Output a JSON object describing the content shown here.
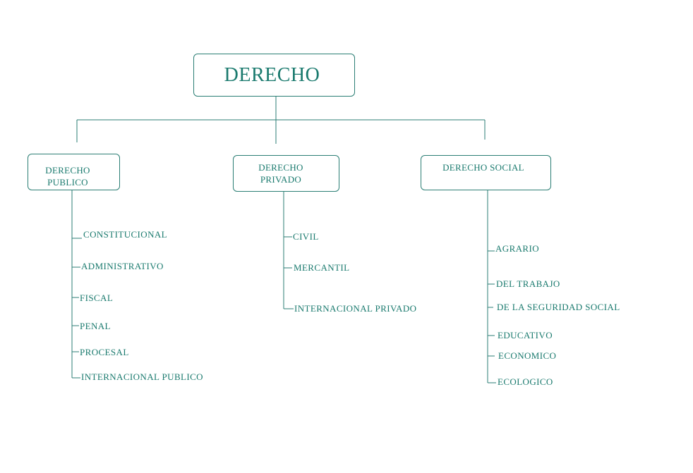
{
  "diagram": {
    "root": "DERECHO",
    "branches": [
      {
        "label": "DERECHO PUBLICO",
        "items": [
          "CONSTITUCIONAL",
          "ADMINISTRATIVO",
          "FISCAL",
          "PENAL",
          "PROCESAL",
          "INTERNACIONAL PUBLICO"
        ]
      },
      {
        "label": "DERECHO PRIVADO",
        "items": [
          "CIVIL",
          "MERCANTIL",
          "INTERNACIONAL PRIVADO"
        ]
      },
      {
        "label": "DERECHO SOCIAL",
        "items": [
          "AGRARIO",
          "DEL TRABAJO",
          "DE LA SEGURIDAD SOCIAL",
          "EDUCATIVO",
          "ECONOMICO",
          "ECOLOGICO"
        ]
      }
    ]
  },
  "colors": {
    "text": "#1a7a6e",
    "line": "#2b7e74",
    "background": "#ffffff"
  }
}
